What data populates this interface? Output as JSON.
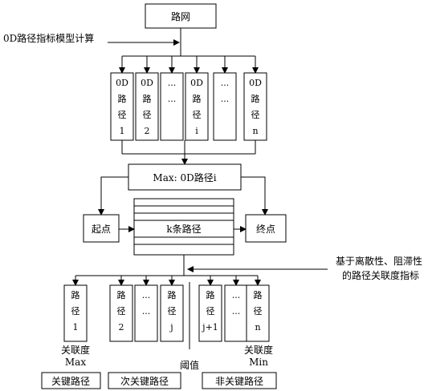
{
  "road_network": "路网",
  "model_calc_label": "0D路径指标模型计算",
  "top_columns": [
    [
      "0D",
      "路",
      "径",
      "1"
    ],
    [
      "0D",
      "路",
      "径",
      "2"
    ],
    [
      "...",
      "...",
      "",
      ""
    ],
    [
      "0D",
      "路",
      "径",
      "i"
    ],
    [
      "...",
      "...",
      "",
      ""
    ],
    [
      "0D",
      "路",
      "径",
      "n"
    ]
  ],
  "max_box": "Max: 0D路径i",
  "start_point": "起点",
  "k_paths": "k条路径",
  "end_point": "终点",
  "index_label_line1": "基于离散性、阻滞性",
  "index_label_line2": "的路径关联度指标",
  "bottom_columns": [
    [
      "路",
      "径",
      "1"
    ],
    [
      "路",
      "径",
      "2"
    ],
    [
      "...",
      "...",
      ""
    ],
    [
      "路",
      "径",
      "j"
    ],
    [
      "路",
      "径",
      "j+1"
    ],
    [
      "...",
      "...",
      ""
    ],
    [
      "路",
      "径",
      "n"
    ]
  ],
  "relevance_left": "关联度",
  "max_label": "Max",
  "threshold": "阈值",
  "relevance_right": "关联度",
  "min_label": "Min",
  "key_path": "关键路径",
  "sub_key_path": "次关键路径",
  "non_key_path": "非关键路径"
}
